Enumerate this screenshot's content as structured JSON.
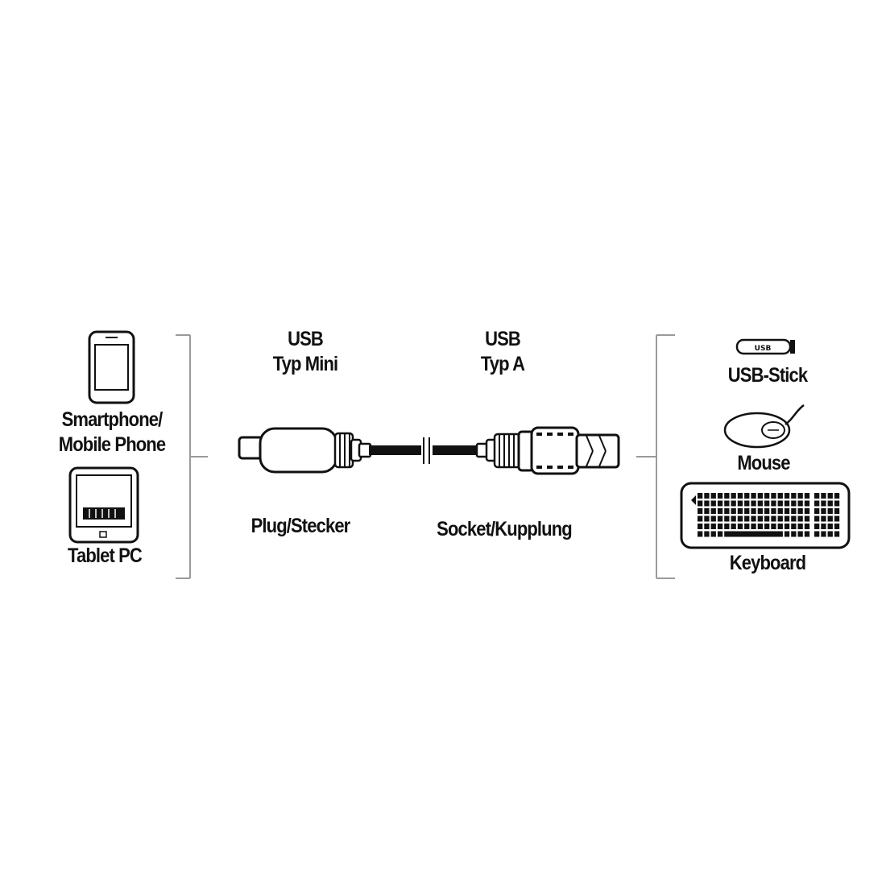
{
  "devices_left": {
    "smartphone_label": [
      "Smartphone/",
      "Mobile Phone"
    ],
    "tablet_label": "Tablet PC"
  },
  "connectors": {
    "mini": {
      "line1": "USB",
      "line2": "Typ Mini",
      "role": "Plug/Stecker"
    },
    "typeA": {
      "line1": "USB",
      "line2": "Typ A",
      "role": "Socket/Kupplung"
    }
  },
  "devices_right": {
    "stick_label": "USB-Stick",
    "stick_text": "USB",
    "mouse_label": "Mouse",
    "keyboard_label": "Keyboard"
  },
  "colors": {
    "ink": "#111111",
    "bracket": "#9a9a9a",
    "background": "#ffffff"
  }
}
